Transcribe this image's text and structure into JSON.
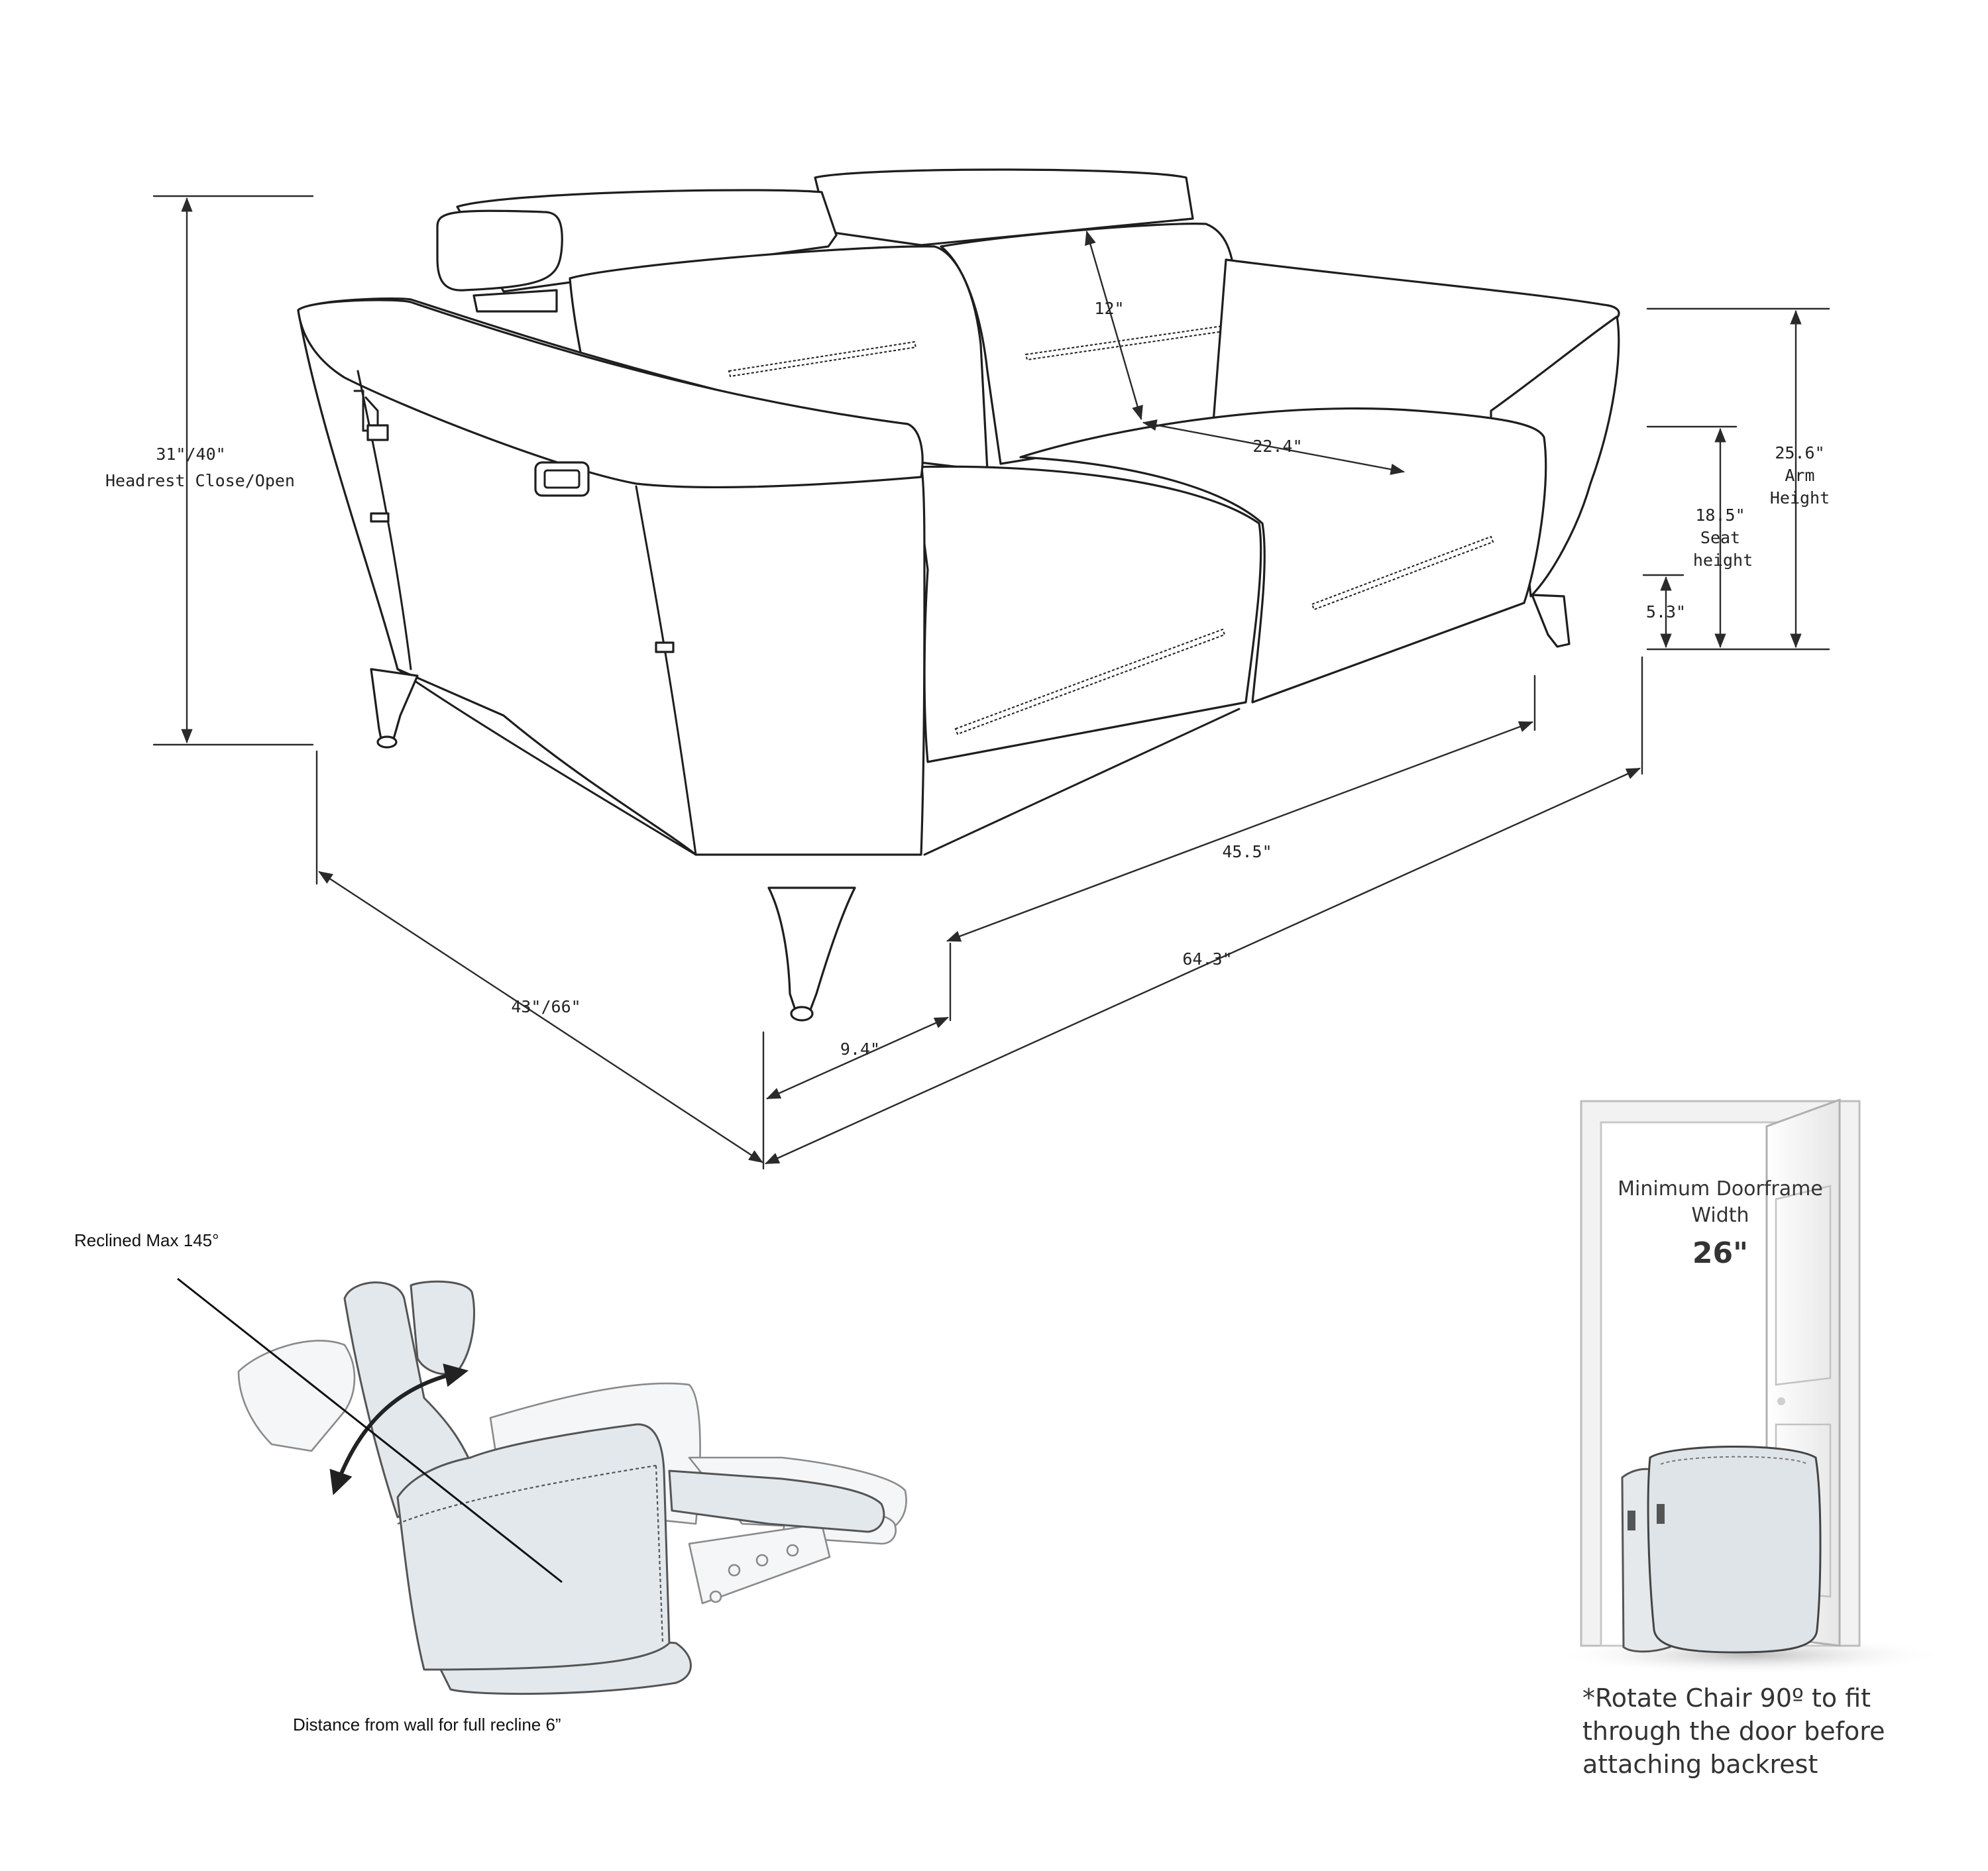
{
  "dimensions": {
    "headrest_height": "31\"/40\"",
    "headrest_caption": "Headrest Close/Open",
    "back_cushion": "12\"",
    "seat_depth": "22.4\"",
    "arm_height_value": "25.6\"",
    "arm_height_label_1": "Arm",
    "arm_height_label_2": "Height",
    "seat_height_value": "18.5\"",
    "seat_height_label_1": "Seat",
    "seat_height_label_2": "height",
    "leg_height": "5.3\"",
    "seat_width": "45.5\"",
    "overall_width": "64.3\"",
    "overall_depth": "43\"/66\"",
    "arm_width": "9.4\""
  },
  "recline": {
    "title": "Reclined Max 145°",
    "wall_note": "Distance from wall for full recline 6”"
  },
  "doorframe": {
    "title_line1": "Minimum Doorframe",
    "title_line2": "Width",
    "width_value": "26\"",
    "note_line1": "*Rotate Chair 90º to fit",
    "note_line2": "through the door before",
    "note_line3": "attaching backrest"
  },
  "colors": {
    "line": "#2a2a2a",
    "chair_fill": "#e3e8ec",
    "door_frame": "#f0f0f0"
  }
}
